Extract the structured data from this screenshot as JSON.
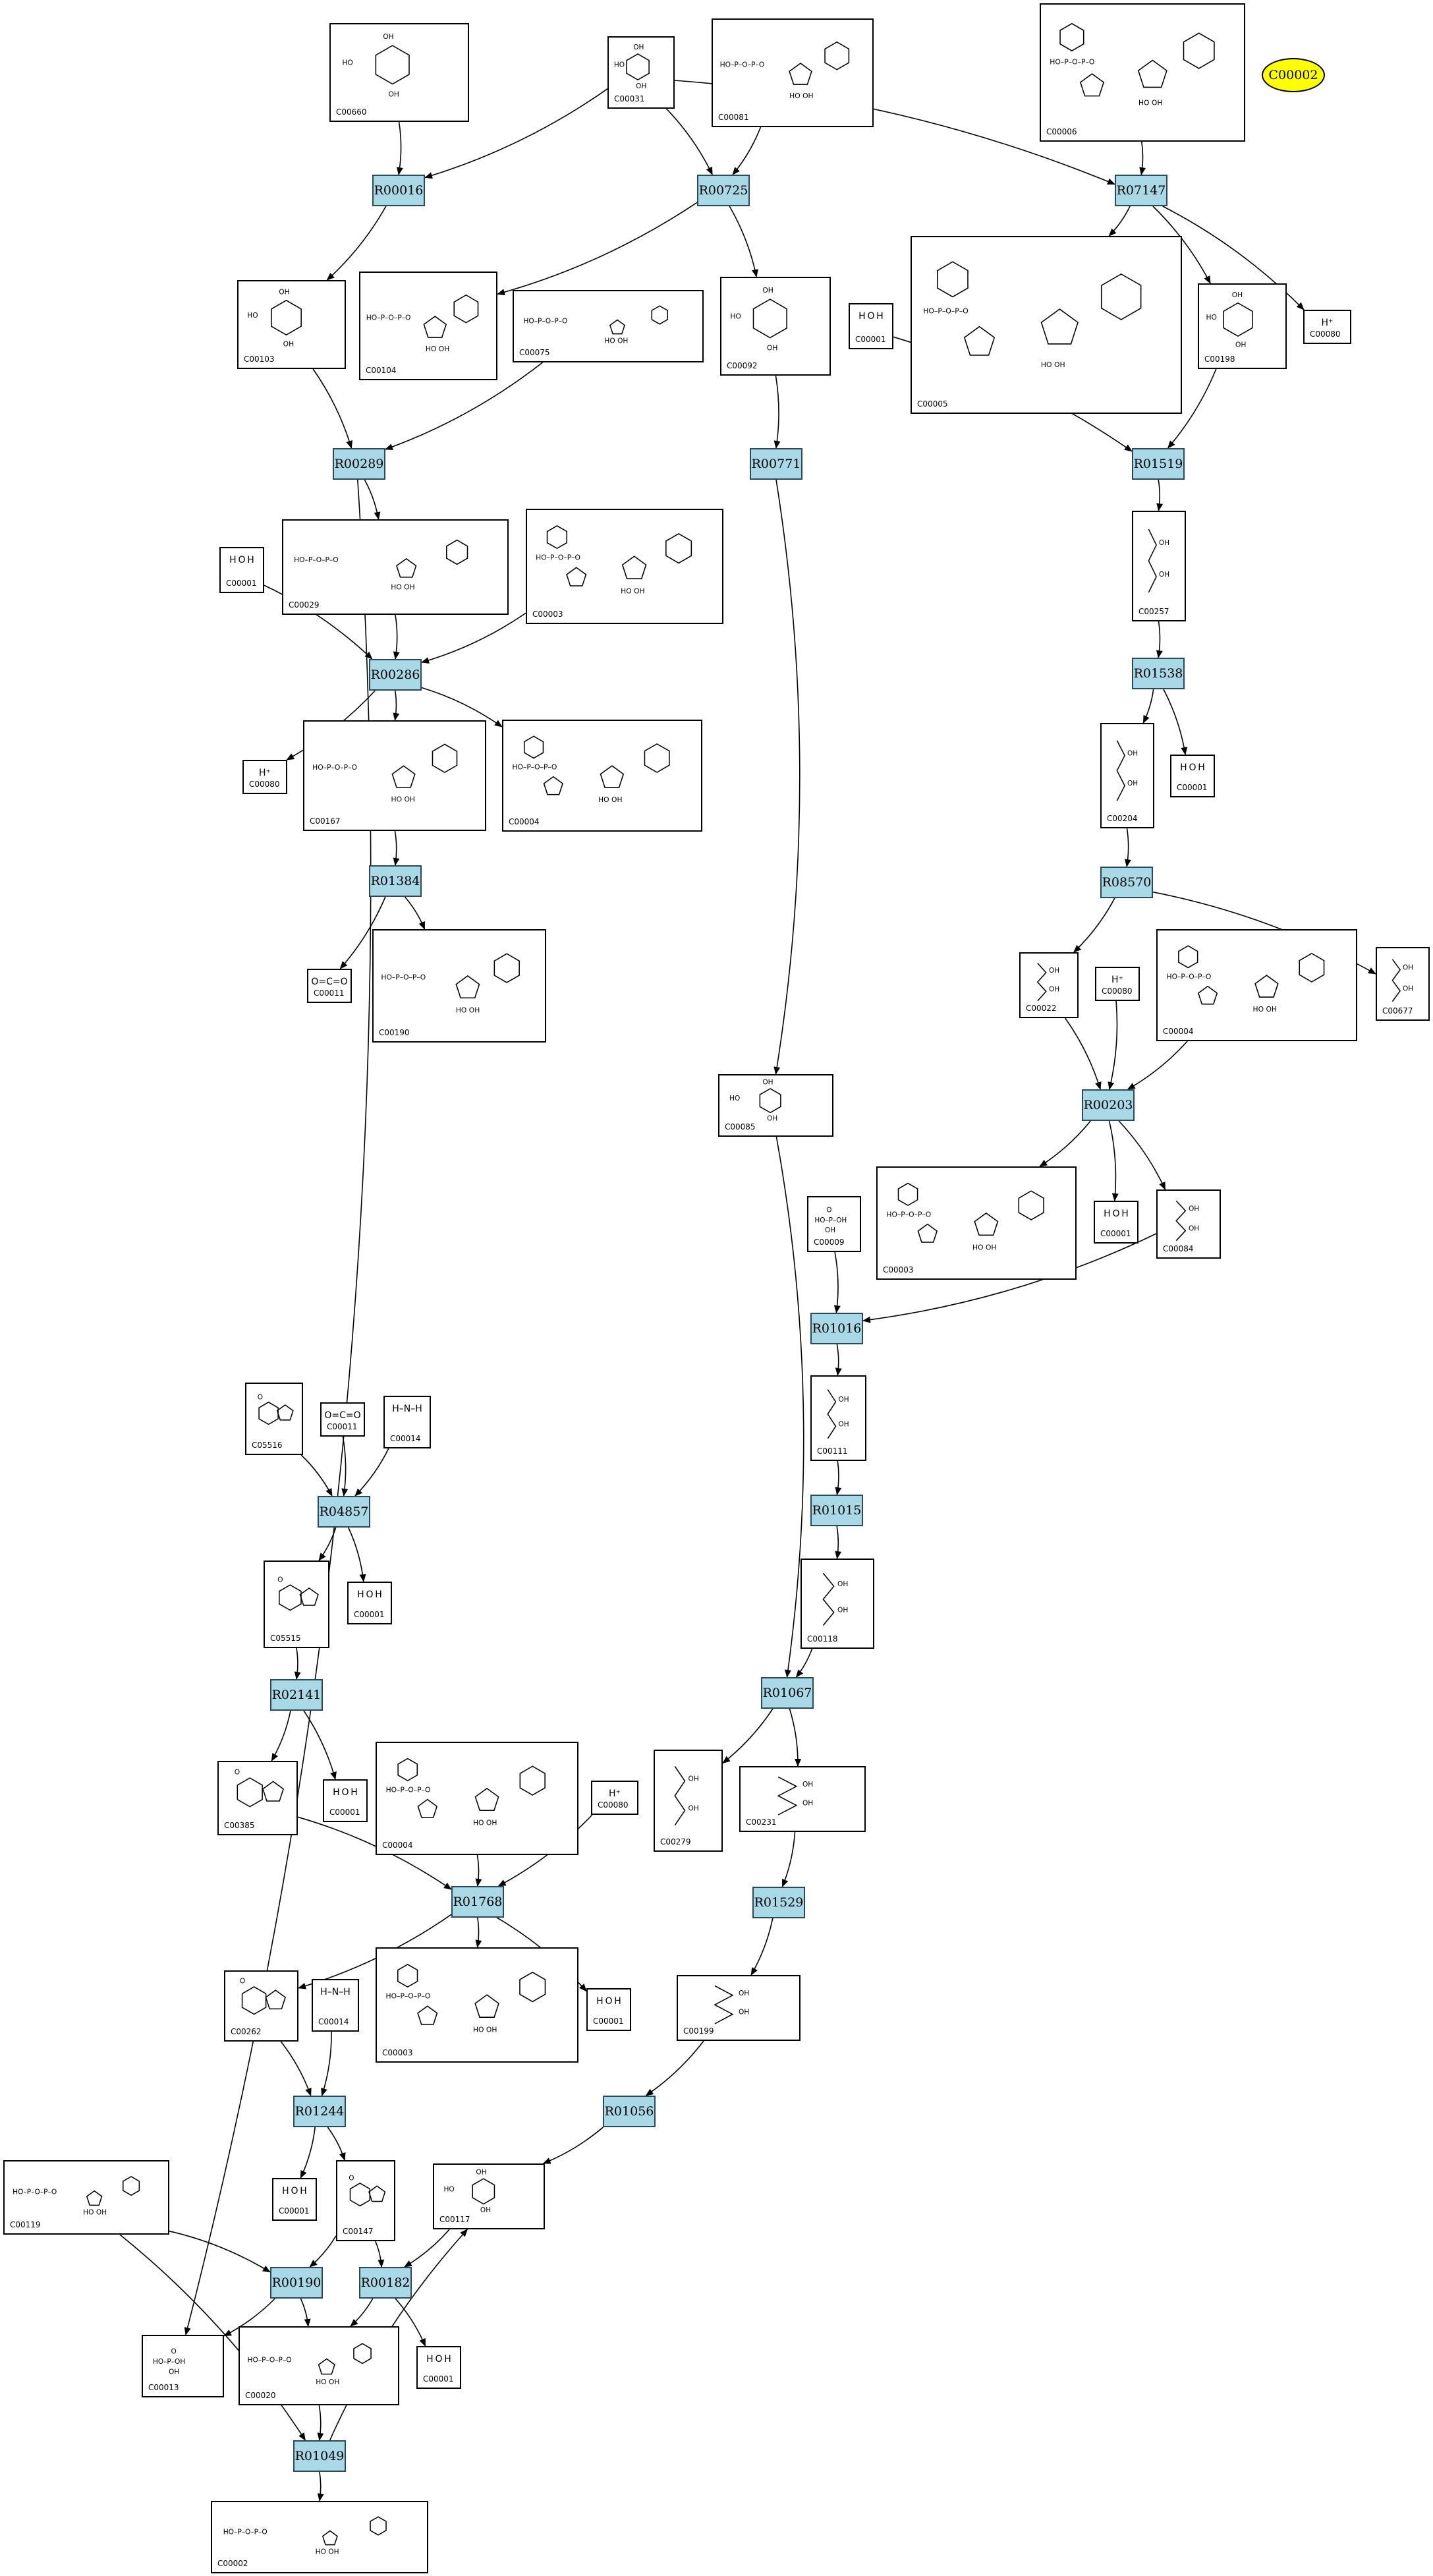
{
  "diagram": {
    "title": "",
    "highlighted_compound": "C00002",
    "highlight_color": "#ffff00",
    "reaction_color": "#a9d8e6",
    "compounds": [
      {
        "id": "C00660",
        "kind": "sugar"
      },
      {
        "id": "C00031",
        "kind": "sugar"
      },
      {
        "id": "C00081",
        "kind": "nucleotide"
      },
      {
        "id": "C00006",
        "kind": "dinucleotide"
      },
      {
        "id": "C00103",
        "kind": "sugar"
      },
      {
        "id": "C00104",
        "kind": "nucleotide"
      },
      {
        "id": "C00075",
        "kind": "nucleotide"
      },
      {
        "id": "C00092",
        "kind": "sugar"
      },
      {
        "id": "C00001",
        "kind": "small",
        "label": "H O H"
      },
      {
        "id": "C00005",
        "kind": "dinucleotide"
      },
      {
        "id": "C00198",
        "kind": "sugar"
      },
      {
        "id": "C00080",
        "kind": "small",
        "label": "H⁺"
      },
      {
        "id": "C00029",
        "kind": "nucleotide"
      },
      {
        "id": "C00003",
        "kind": "dinucleotide"
      },
      {
        "id": "C00257",
        "kind": "chain"
      },
      {
        "id": "C00167",
        "kind": "nucleotide"
      },
      {
        "id": "C00004",
        "kind": "dinucleotide"
      },
      {
        "id": "C00204",
        "kind": "chain"
      },
      {
        "id": "C00011",
        "kind": "small",
        "label": "O=C=O"
      },
      {
        "id": "C00190",
        "kind": "nucleotide"
      },
      {
        "id": "C00022",
        "kind": "chain"
      },
      {
        "id": "C00677",
        "kind": "chain"
      },
      {
        "id": "C00085",
        "kind": "sugar"
      },
      {
        "id": "C00009",
        "kind": "phosphate"
      },
      {
        "id": "C00084",
        "kind": "chain"
      },
      {
        "id": "C00111",
        "kind": "chain"
      },
      {
        "id": "C05516",
        "kind": "ring"
      },
      {
        "id": "C00014",
        "kind": "small",
        "label": "H–N–H"
      },
      {
        "id": "C00118",
        "kind": "chain"
      },
      {
        "id": "C05515",
        "kind": "ring"
      },
      {
        "id": "C00385",
        "kind": "ring"
      },
      {
        "id": "C00279",
        "kind": "chain"
      },
      {
        "id": "C00231",
        "kind": "chain"
      },
      {
        "id": "C00262",
        "kind": "ring"
      },
      {
        "id": "C00199",
        "kind": "chain"
      },
      {
        "id": "C00119",
        "kind": "nucleotide"
      },
      {
        "id": "C00147",
        "kind": "ring"
      },
      {
        "id": "C00117",
        "kind": "sugar"
      },
      {
        "id": "C00013",
        "kind": "phosphate"
      },
      {
        "id": "C00020",
        "kind": "nucleotide"
      },
      {
        "id": "C00002",
        "kind": "nucleotide"
      }
    ],
    "reactions": [
      "R00016",
      "R00725",
      "R07147",
      "R00289",
      "R00771",
      "R01519",
      "R00286",
      "R01538",
      "R01384",
      "R08570",
      "R00203",
      "R01016",
      "R04857",
      "R01015",
      "R01067",
      "R02141",
      "R01768",
      "R01529",
      "R01244",
      "R01056",
      "R00190",
      "R00182",
      "R01049"
    ]
  }
}
